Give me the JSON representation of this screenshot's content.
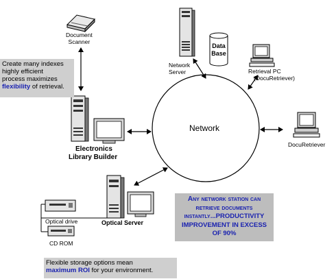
{
  "network": {
    "label": "Network"
  },
  "scanner": {
    "label_line1": "Document",
    "label_line2": "Scanner"
  },
  "database": {
    "label_line1": "Data",
    "label_line2": "Base"
  },
  "network_server": {
    "label_line1": "Network",
    "label_line2": "Server"
  },
  "retrieval_pc": {
    "label_line1": "Retrieval PC",
    "label_line2": "(DocuRetriever)"
  },
  "docuretriever": {
    "label": "DocuRetriever"
  },
  "library_builder": {
    "label_line1": "Electronics",
    "label_line2": "Library Builder"
  },
  "optical_server": {
    "label": "Optical Server"
  },
  "optical_drive": {
    "label": "Optical drive"
  },
  "cd_rom": {
    "label": "CD ROM"
  },
  "note_indexes": {
    "line1": "Create many indexes",
    "line2": "highly efficient",
    "line3": "process maximizes",
    "highlight": "flexibility",
    "tail": " of retrieval."
  },
  "note_network": {
    "line1": "Any network station can",
    "line2": "retrieve documents",
    "line3a": "instantly",
    "line3b": "...PRODUCTIVITY",
    "line4": "IMPROVEMENT IN EXCESS",
    "line5": "OF 90%"
  },
  "note_storage": {
    "line1": "Flexible storage options mean",
    "highlight": "maximum ROI",
    "tail": " for your environment."
  },
  "colors": {
    "highlight_blue": "#1a22b0",
    "note_gray": "#cfcfcf",
    "callout_gray": "#bdbdbd"
  }
}
